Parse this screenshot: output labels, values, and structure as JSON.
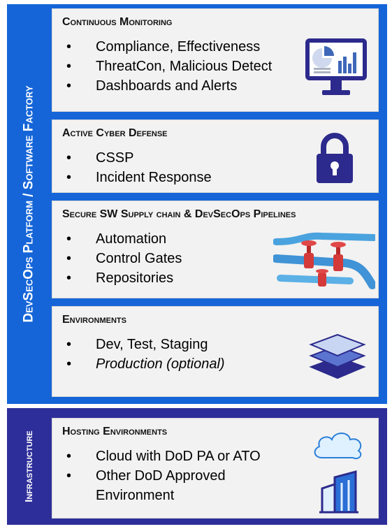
{
  "platform": {
    "label": "DevSecOps Platform / Software Factory",
    "accent": "#1565d8",
    "cards": [
      {
        "title": "Continuous Monitoring",
        "bullets": [
          "Compliance, Effectiveness",
          "ThreatCon, Malicious Detect",
          "Dashboards and Alerts"
        ],
        "icon": "monitor-dashboard-icon"
      },
      {
        "title": "Active Cyber Defense",
        "bullets": [
          "CSSP",
          "Incident Response"
        ],
        "icon": "padlock-icon"
      },
      {
        "title": "Secure SW Supply chain & DevSecOps Pipelines",
        "bullets": [
          "Automation",
          "Control Gates",
          "Repositories"
        ],
        "icon": "pipeline-valves-icon"
      },
      {
        "title": "Environments",
        "bullets": [
          "Dev, Test, Staging",
          "Production (optional)"
        ],
        "icon": "stacked-layers-icon"
      }
    ]
  },
  "infrastructure": {
    "label": "Infrastructure",
    "accent": "#2e2e9a",
    "card": {
      "title": "Hosting Environments",
      "bullets": [
        "Cloud with DoD PA or ATO",
        "Other DoD Approved Environment"
      ],
      "icons": [
        "cloud-icon",
        "buildings-icon"
      ]
    }
  }
}
